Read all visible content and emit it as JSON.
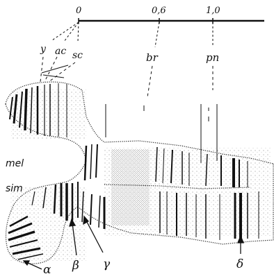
{
  "scale": {
    "ticks": [
      "0",
      "0,6",
      "1,0"
    ]
  },
  "loci": [
    "y",
    "ac",
    "sc",
    "br",
    "pn"
  ],
  "strain_labels": {
    "top": "mel",
    "bottom": "sim"
  },
  "band_labels": {
    "alpha": "α",
    "beta": "β",
    "gamma": "γ",
    "delta": "δ"
  },
  "colors": {
    "ink": "#111111",
    "stipple": "#333333",
    "paper": "#ffffff"
  }
}
